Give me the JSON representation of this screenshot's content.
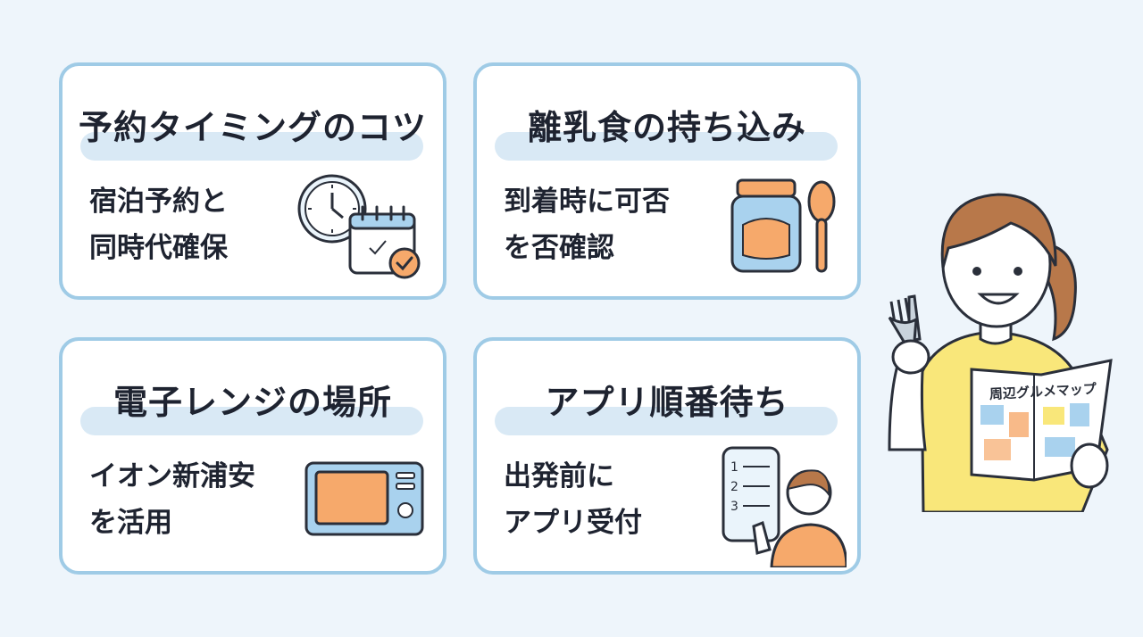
{
  "cards": [
    {
      "title": "予約タイミングのコツ",
      "lines": [
        "宿泊予約と",
        "同時代確保"
      ],
      "icon": "clock-calendar-icon"
    },
    {
      "title": "離乳食の持ち込み",
      "lines": [
        "到着時に可否",
        "を否確認"
      ],
      "icon": "baby-food-jar-spoon-icon"
    },
    {
      "title": "電子レンジの場所",
      "lines": [
        "イオン新浦安",
        "を活用"
      ],
      "icon": "microwave-icon"
    },
    {
      "title": "アプリ順番待ち",
      "lines": [
        "出発前に",
        "アプリ受付"
      ],
      "icon": "phone-queue-app-icon"
    }
  ],
  "person": {
    "map_title": "周辺グルメマップ",
    "app_list_numbers": [
      "1",
      "2",
      "3"
    ]
  },
  "colors": {
    "background": "#eef5fb",
    "card_border": "#9fcbe6",
    "pill": "#d9e9f5",
    "accent_orange": "#f6a96b",
    "accent_blue": "#a9d2ee",
    "shirt_yellow": "#f9e77a"
  }
}
